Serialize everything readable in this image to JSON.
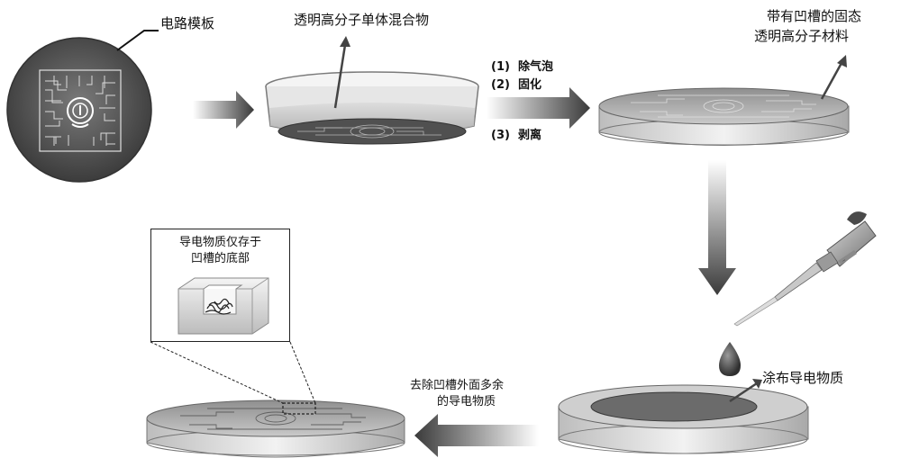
{
  "labels": {
    "circuit_template": "电路模板",
    "monomer_mixture": "透明高分子单体混合物",
    "solid_material_line1": "带有凹槽的固态",
    "solid_material_line2": "透明高分子材料",
    "coat_conductive": "涂布导电物质",
    "remove_excess_line1": "去除凹槽外面多余",
    "remove_excess_line2": "的导电物质",
    "inset_line1": "导电物质仅存于",
    "inset_line2": "凹槽的底部"
  },
  "steps": {
    "step1_num": "(1)",
    "step1_text": "除气泡",
    "step2_num": "(2)",
    "step2_text": "固化",
    "step3_num": "(3)",
    "step3_text": "剥离"
  }
}
